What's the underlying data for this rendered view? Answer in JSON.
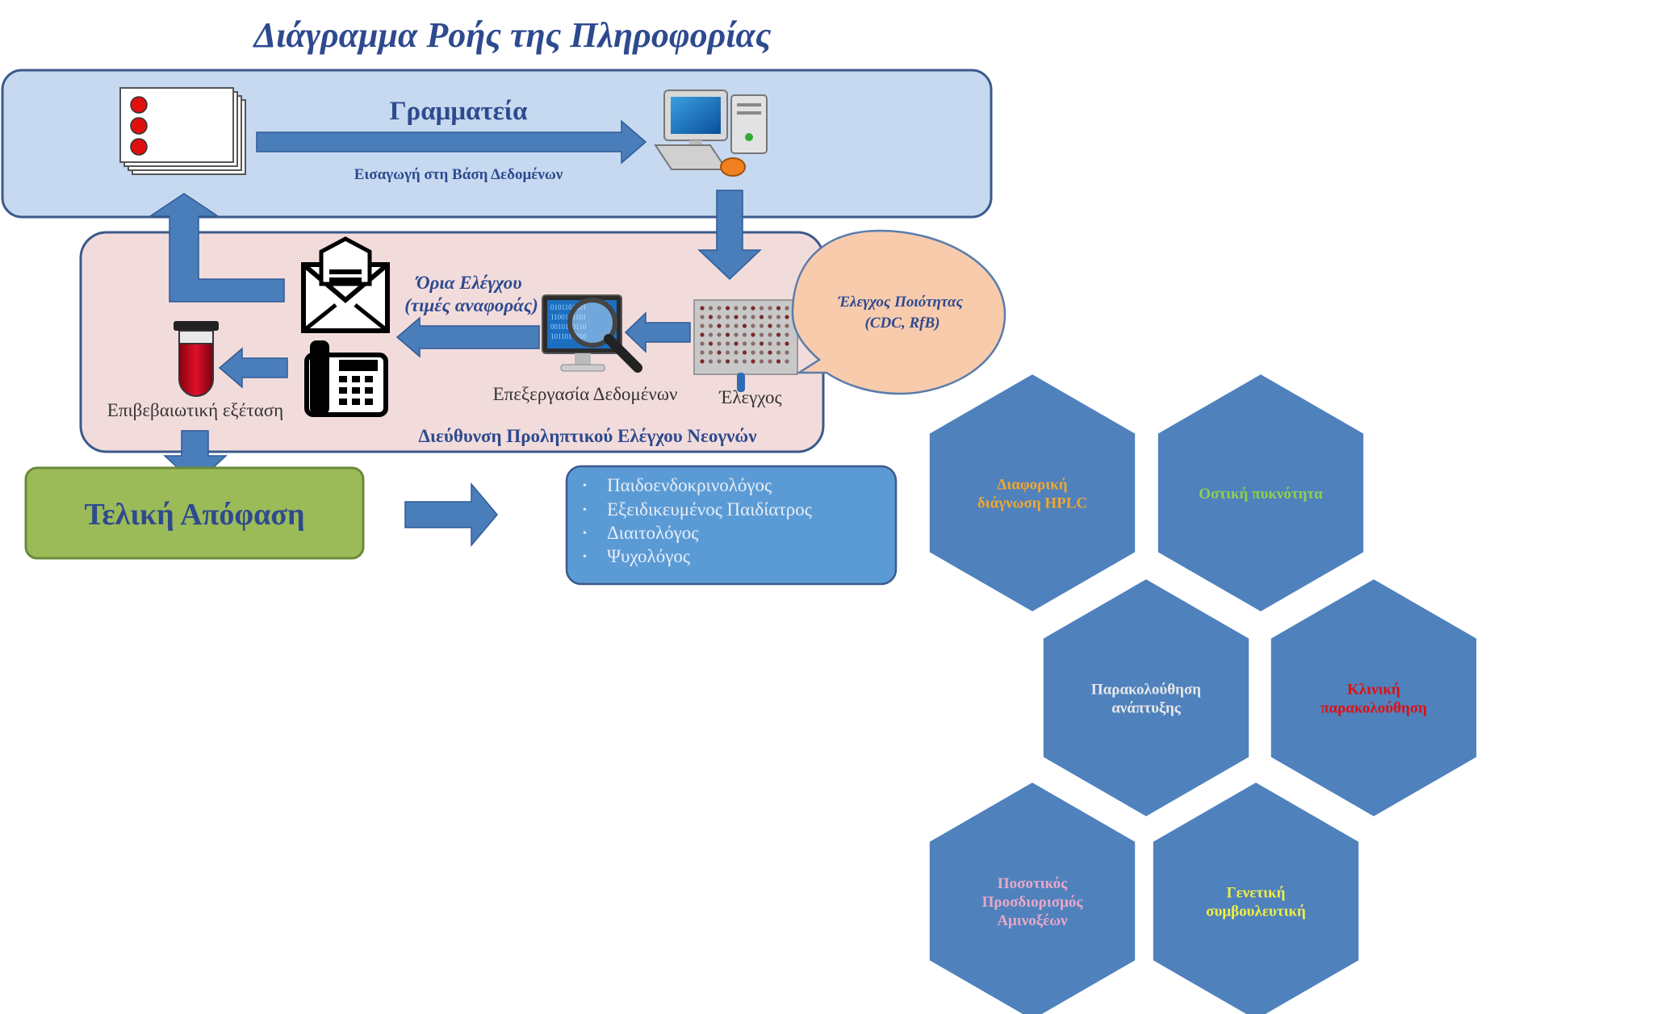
{
  "title": "Διάγραμμα Ροής της Πληροφορίας",
  "secretariat": {
    "label": "Γραμματεία",
    "arrow_caption": "Εισαγωγή στη Βάση Δεδομένων"
  },
  "screening_unit": {
    "label": "Διεύθυνση Προληπτικού Ελέγχου Νεογνών",
    "test_label": "Έλεγχος",
    "processing_label": "Επεξεργασία Δεδομένων",
    "limits_label": [
      "Όρια Ελέγχου",
      "(τιμές αναφοράς)"
    ],
    "confirmatory_label": "Επιβεβαιωτική εξέταση"
  },
  "quality_bubble": [
    "Έλεγχος Ποιότητας",
    "(CDC, RfB)"
  ],
  "final_decision": "Τελική Απόφαση",
  "specialists": [
    "Παιδοενδοκρινολόγος",
    "Εξειδικευμένος Παιδίατρος",
    "Διαιτολόγος",
    "Ψυχολόγος"
  ],
  "hexagons": [
    {
      "lines": [
        "Διαφορική",
        "διάγνωση HPLC"
      ],
      "color": "#f0a830"
    },
    {
      "lines": [
        "Οστική πυκνότητα"
      ],
      "color": "#8fd14f"
    },
    {
      "lines": [
        "Παρακολούθηση",
        "ανάπτυξης"
      ],
      "color": "#e8e8e8"
    },
    {
      "lines": [
        "Κλινική",
        "παρακολούθηση"
      ],
      "color": "#e01010"
    },
    {
      "lines": [
        "Ποσοτικός",
        "Προσδιορισμός",
        "Αμινοξέων"
      ],
      "color": "#e8a8c8"
    },
    {
      "lines": [
        "Γενετική",
        "συμβουλευτική"
      ],
      "color": "#f0f040"
    }
  ],
  "colors": {
    "title": "#2e4a8f",
    "secretariat_bg": "#c6d9f0",
    "secretariat_border": "#3b5a8c",
    "unit_bg": "#f2dcdb",
    "unit_border": "#3b5a8c",
    "arrow": "#4a7ebb",
    "decision_bg": "#9bbb59",
    "decision_text": "#2e4a8f",
    "specialists_bg": "#5b9bd5",
    "hexagon": "#4f81bd",
    "bubble": "#f8cbad"
  }
}
